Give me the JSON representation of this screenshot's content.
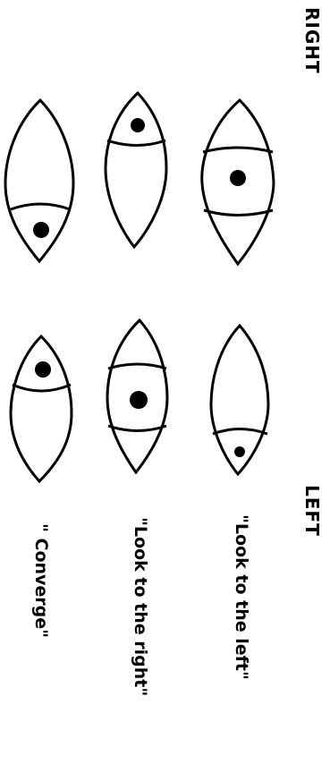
{
  "side_labels": {
    "right": "RIGHT",
    "left": "LEFT"
  },
  "captions": [
    "\"Look to the left\"",
    "\"Look to the right\"",
    "\" Converge\""
  ],
  "colors": {
    "ink": "#000000",
    "background": "#ffffff"
  },
  "eyes": [
    {
      "row": "look-left",
      "side": "right",
      "pupil": "centered"
    },
    {
      "row": "look-left",
      "side": "left",
      "pupil": "toward-bottom"
    },
    {
      "row": "look-right",
      "side": "right",
      "pupil": "toward-top"
    },
    {
      "row": "look-right",
      "side": "left",
      "pupil": "centered"
    },
    {
      "row": "converge",
      "side": "right",
      "pupil": "toward-bottom"
    },
    {
      "row": "converge",
      "side": "left",
      "pupil": "toward-top"
    }
  ]
}
